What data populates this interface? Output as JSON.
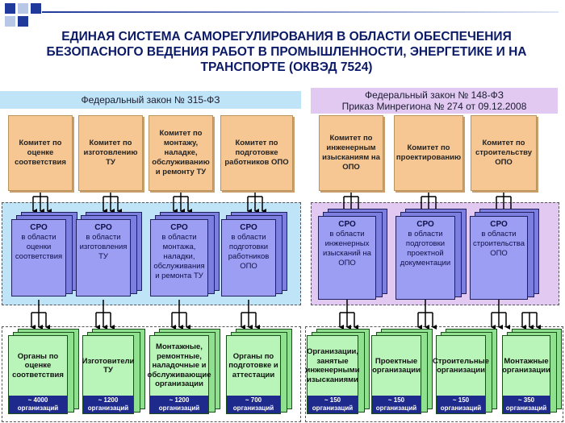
{
  "title": "ЕДИНАЯ СИСТЕМА САМОРЕГУЛИРОВАНИЯ В ОБЛАСТИ ОБЕСПЕЧЕНИЯ БЕЗОПАСНОГО ВЕДЕНИЯ РАБОТ В ПРОМЫШЛЕННОСТИ, ЭНЕРГЕТИКЕ И НА ТРАНСПОРТЕ (ОКВЭД 7524)",
  "left_header": "Федеральный закон № 315-ФЗ",
  "right_header": {
    "line1": "Федеральный закон № 148-ФЗ",
    "line2": "Приказ Минрегиона № 274 от 09.12.2008"
  },
  "committees_left": [
    "Комитет по оценке соответствия",
    "Комитет по изготовлению ТУ",
    "Комитет по монтажу, наладке, обслуживанию и ремонту ТУ",
    "Комитет по подготовке работников ОПО"
  ],
  "committees_right": [
    "Комитет по инженерным изысканиям на ОПО",
    "Комитет по проектированию",
    "Комитет по строительству ОПО"
  ],
  "sro_left": [
    {
      "title": "СРО",
      "text": "в области оценки соответствия"
    },
    {
      "title": "СРО",
      "text": "в области изготовления ТУ"
    },
    {
      "title": "СРО",
      "text": "в области монтажа, наладки, обслуживания и ремонта ТУ"
    },
    {
      "title": "СРО",
      "text": "в области подготовки работников ОПО"
    }
  ],
  "sro_right": [
    {
      "title": "СРО",
      "text": "в области инженерных изысканий на ОПО"
    },
    {
      "title": "СРО",
      "text": "в области подготовки проектной документации"
    },
    {
      "title": "СРО",
      "text": "в области строительства ОПО"
    }
  ],
  "orgs_left": [
    {
      "text": "Органы по оценке соответствия",
      "count": "~ 4000 организаций"
    },
    {
      "text": "Изготовители ТУ",
      "count": "~ 1200 организаций"
    },
    {
      "text": "Монтажные, ремонтные, наладочные и обслуживающие организации",
      "count": "~ 1200 организаций"
    },
    {
      "text": "Органы по подготовке и аттестации",
      "count": "~ 700 организаций"
    }
  ],
  "orgs_right": [
    {
      "text": "Организации, занятые инженерными изысканиями",
      "count": "~ 150 организаций"
    },
    {
      "text": "Проектные организации",
      "count": "~ 150 организаций"
    },
    {
      "text": "Строительные организации",
      "count": "~ 150 организаций"
    },
    {
      "text": "Монтажные организации",
      "count": "~ 350 организаций"
    }
  ],
  "colors": {
    "title": "#0b1a66",
    "committee_fill": "#f7c793",
    "sro_fill": "#9c9ef3",
    "org_fill": "#b9f5b9",
    "count_bar": "#1e2a8c",
    "left_band": "#bfe3f7",
    "right_band": "#e2c9f2"
  }
}
